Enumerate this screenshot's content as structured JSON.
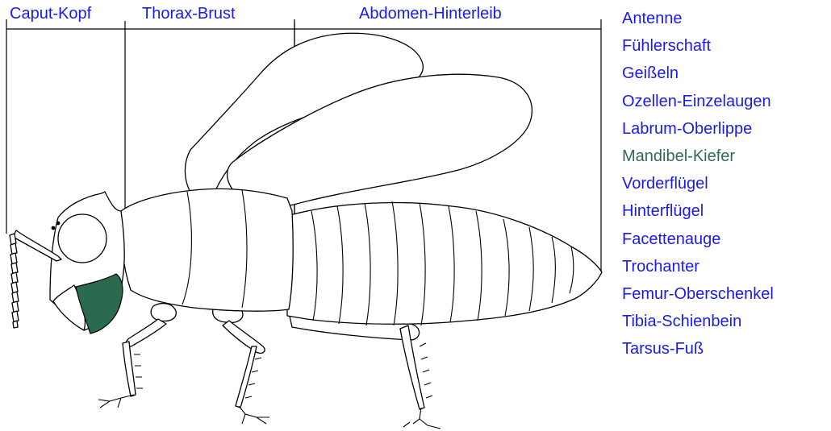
{
  "regions": {
    "head": "Caput-Kopf",
    "thorax": "Thorax-Brust",
    "abdomen": "Abdomen-Hinterleib"
  },
  "parts": [
    {
      "id": "antenna",
      "label": "Antenne",
      "highlighted": false
    },
    {
      "id": "scape",
      "label": "Fühlerschaft",
      "highlighted": false
    },
    {
      "id": "flagellum",
      "label": "Geißeln",
      "highlighted": false
    },
    {
      "id": "ocelli",
      "label": "Ozellen-Einzelaugen",
      "highlighted": false
    },
    {
      "id": "labrum",
      "label": "Labrum-Oberlippe",
      "highlighted": false
    },
    {
      "id": "mandible",
      "label": "Mandibel-Kiefer",
      "highlighted": true
    },
    {
      "id": "forewing",
      "label": "Vorderflügel",
      "highlighted": false
    },
    {
      "id": "hindwing",
      "label": "Hinterflügel",
      "highlighted": false
    },
    {
      "id": "compound-eye",
      "label": "Facettenauge",
      "highlighted": false
    },
    {
      "id": "trochanter",
      "label": "Trochanter",
      "highlighted": false
    },
    {
      "id": "femur",
      "label": "Femur-Oberschenkel",
      "highlighted": false
    },
    {
      "id": "tibia",
      "label": "Tibia-Schienbein",
      "highlighted": false
    },
    {
      "id": "tarsus",
      "label": "Tarsus-Fuß",
      "highlighted": false
    }
  ],
  "colors": {
    "label": "#1a1af0",
    "highlight_label": "#2e6b52",
    "highlight_fill": "#2a6a4e",
    "outline": "#000000"
  }
}
